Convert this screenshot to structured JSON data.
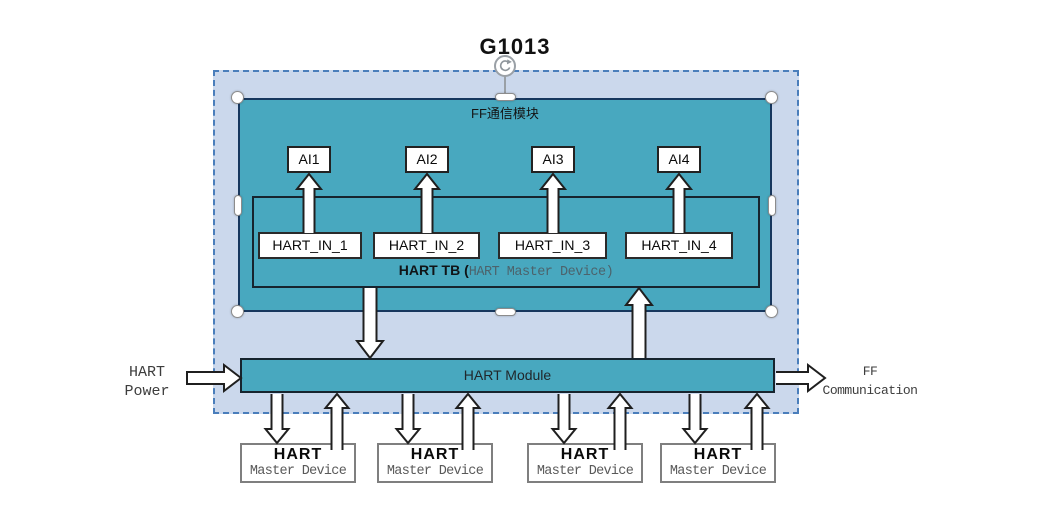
{
  "title": "G1013",
  "colors": {
    "teal": "#48A8BF",
    "panel_blue": "#CBD8EC",
    "teal_border": "#17375E",
    "outer_border_blue": "#4A7EBB",
    "gray_text": "#595959"
  },
  "ff_module": {
    "label": "FF通信模块",
    "ai_blocks": [
      {
        "label": "AI1"
      },
      {
        "label": "AI2"
      },
      {
        "label": "AI3"
      },
      {
        "label": "AI4"
      }
    ],
    "hart_tb": {
      "label_prefix": "HART TB (",
      "label_suffix": "HART Master Device)",
      "inputs": [
        {
          "label": "HART_IN_1"
        },
        {
          "label": "HART_IN_2"
        },
        {
          "label": "HART_IN_3"
        },
        {
          "label": "HART_IN_4"
        }
      ]
    }
  },
  "hart_module": {
    "label": "HART Module"
  },
  "io_labels": {
    "left": {
      "line1": "HART",
      "line2": "Power"
    },
    "right": {
      "line1": "FF",
      "line2": "Communication"
    }
  },
  "master_devices": [
    {
      "line1": "HART",
      "line2": "Master Device"
    },
    {
      "line1": "HART",
      "line2": "Master Device"
    },
    {
      "line1": "HART",
      "line2": "Master Device"
    },
    {
      "line1": "HART",
      "line2": "Master Device"
    }
  ]
}
